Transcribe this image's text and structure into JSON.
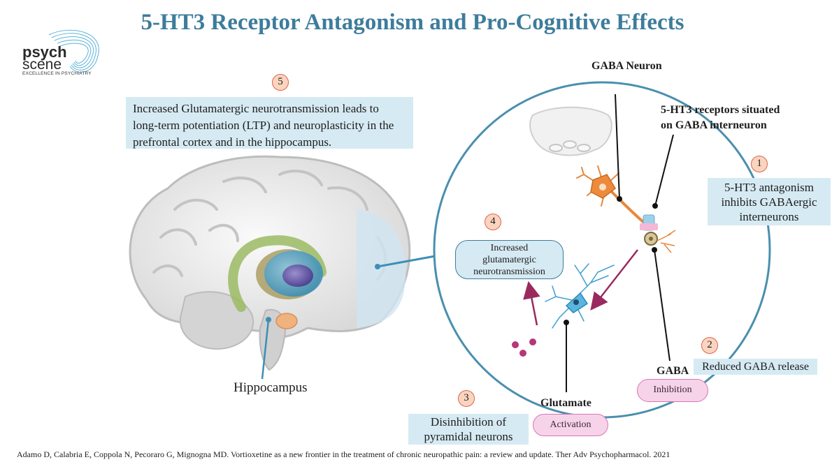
{
  "title": "5-HT3 Receptor Antagonism and Pro-Cognitive Effects",
  "logo": {
    "line1": "psych",
    "line2": "scene",
    "tagline": "EXCELLENCE IN PSYCHIATRY"
  },
  "steps": [
    {
      "number": "1",
      "text": "5-HT3 antagonism inhibits GABAergic interneurons"
    },
    {
      "number": "2",
      "text": "Reduced GABA release"
    },
    {
      "number": "3",
      "text": "Disinhibition of pyramidal neurons"
    },
    {
      "number": "4",
      "text": "Increased glutamatergic neurotransmission"
    },
    {
      "number": "5",
      "text": "Increased Glutamatergic neurotransmission leads to long-term potentiation (LTP) and neuroplasticity in the prefrontal cortex and in the hippocampus."
    }
  ],
  "step1_lines": [
    "5-HT3 antagonism",
    "inhibits GABAergic",
    "interneurons"
  ],
  "step3_lines": [
    "Disinhibition of",
    "pyramidal neurons"
  ],
  "step4_lines": [
    "Increased",
    "glutamatergic",
    "neurotransmission"
  ],
  "step5_lines": [
    "Increased Glutamatergic neurotransmission leads to",
    "long-term potentiation (LTP) and neuroplasticity in the",
    "prefrontal cortex and in the hippocampus."
  ],
  "labels": {
    "gaba_neuron": "GABA Neuron",
    "receptors_line1": "5-HT3 receptors situated",
    "receptors_line2": "on GABA interneuron",
    "gaba": "GABA",
    "glutamate": "Glutamate",
    "hippocampus": "Hippocampus"
  },
  "pills": {
    "inhibition": "Inhibition",
    "activation": "Activation"
  },
  "citation": "Adamo D, Calabria E, Coppola N, Pecoraro G, Mignogna MD. Vortioxetine as a new frontier in the treatment of chronic neuropathic pain: a review and update. Ther Adv Psychopharmacol. 2021",
  "colors": {
    "title": "#3d7c9c",
    "circle": "#4a8fae",
    "box": "#d6eaf3",
    "number_fill": "#fbd4c0",
    "number_stroke": "#d9674a",
    "arrow": "#9a2a5e",
    "pill_pink": "#f7d3ea"
  }
}
